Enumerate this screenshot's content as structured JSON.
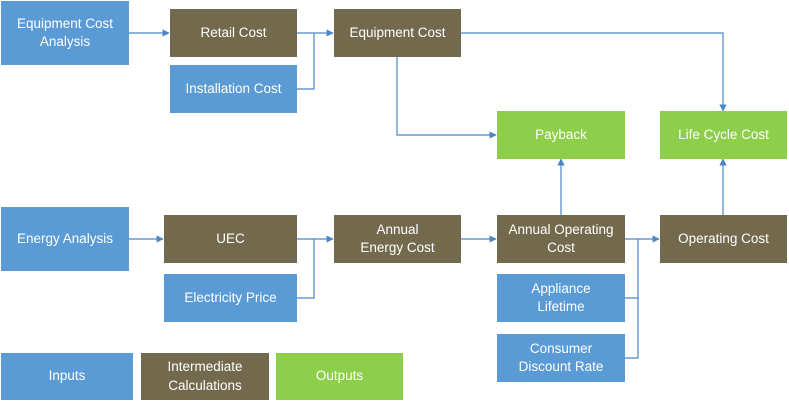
{
  "colors": {
    "input": "#5b9bd5",
    "intermediate": "#736a4e",
    "output": "#8dce4b",
    "connector": "#4a86c5"
  },
  "nodes": {
    "equipment_cost_analysis": "Equipment Cost\nAnalysis",
    "retail_cost": "Retail Cost",
    "installation_cost": "Installation Cost",
    "equipment_cost": "Equipment Cost",
    "payback": "Payback",
    "life_cycle_cost": "Life Cycle Cost",
    "energy_analysis": "Energy Analysis",
    "uec": "UEC",
    "electricity_price": "Electricity Price",
    "annual_energy_cost": "Annual\nEnergy Cost",
    "annual_operating_cost": "Annual Operating\nCost",
    "operating_cost": "Operating Cost",
    "appliance_lifetime": "Appliance\nLifetime",
    "consumer_discount_rate": "Consumer\nDiscount Rate"
  },
  "legend": {
    "inputs": "Inputs",
    "intermediate": "Intermediate\nCalculations",
    "outputs": "Outputs"
  }
}
